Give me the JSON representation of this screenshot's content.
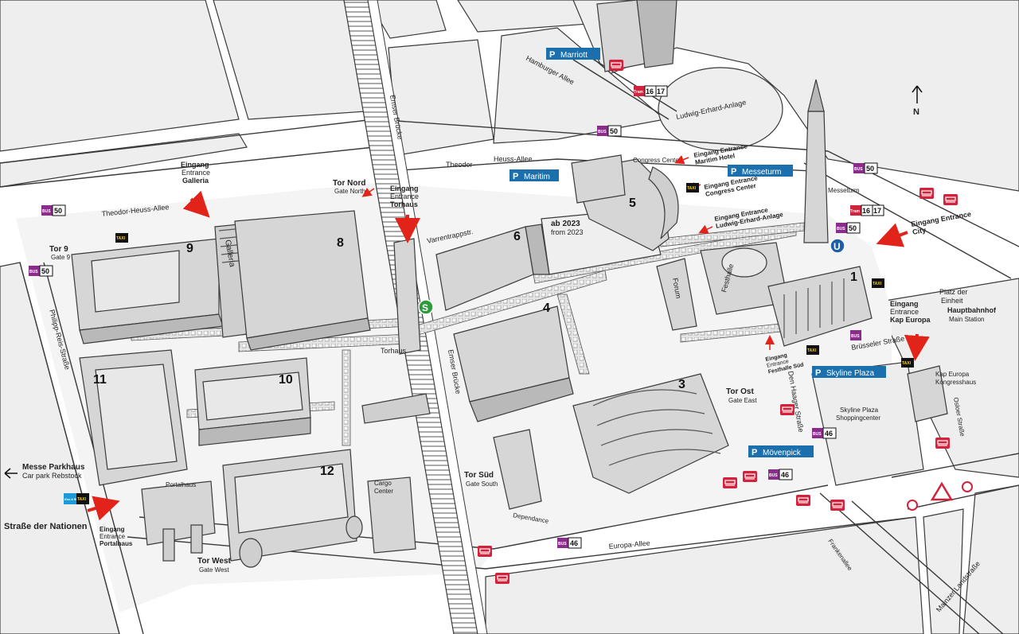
{
  "colors": {
    "road": "#ffffff",
    "block": "#eeeeee",
    "building_top": "#d6d6d6",
    "building_side": "#b9b9b9",
    "outline": "#3a3a3a",
    "parking_blue": "#1c6fad",
    "bus_purple": "#8a2c8c",
    "tram_red": "#d2233c",
    "arrow_red": "#e2231a",
    "taxi_black": "#111111",
    "taxi_yellow": "#ffd200",
    "sbahn_green": "#2e9a3c",
    "ubahn_blue": "#1f5fa8"
  },
  "icons": {
    "north": "north-arrow-icon",
    "parking": "parking-p-icon",
    "hotel": "hotel-bed-icon",
    "taxi": "taxi-icon",
    "bus": "bus-icon",
    "tram": "tram-icon",
    "sbahn": "s-bahn-icon",
    "ubahn": "u-bahn-icon",
    "kiss_ride": "kiss-and-ride-icon",
    "construction": "roadworks-warning-icon"
  },
  "north": {
    "label": "N"
  },
  "halls": [
    {
      "id": "hall-1",
      "label": "1"
    },
    {
      "id": "hall-3",
      "label": "3"
    },
    {
      "id": "hall-4",
      "label": "4"
    },
    {
      "id": "hall-5",
      "label": "5"
    },
    {
      "id": "hall-6",
      "label": "6"
    },
    {
      "id": "hall-8",
      "label": "8"
    },
    {
      "id": "hall-9",
      "label": "9"
    },
    {
      "id": "hall-10",
      "label": "10"
    },
    {
      "id": "hall-11",
      "label": "11"
    },
    {
      "id": "hall-12",
      "label": "12"
    }
  ],
  "hall6_note": {
    "de": "ab 2023",
    "en": "from 2023"
  },
  "buildings": {
    "galleria": "Galleria",
    "festhalle": "Festhalle",
    "forum": "Forum",
    "torhaus": "Torhaus",
    "messeturm": "Messeturm",
    "portalhaus": "Portalhaus",
    "dependance": "Dependance",
    "cargo_center": "Cargo\nCenter",
    "kap_europa": "Kap Europa\nKongresshaus",
    "skyline": "Skyline Plaza\nShoppingcenter",
    "congress_center": "Congress Center"
  },
  "streets": {
    "hamburger_allee": "Hamburger Allee",
    "ludwig_erhard": "Ludwig-Erhard-Anlage",
    "theodor_heuss_w": "Theodor-Heuss-Allee",
    "theodor_n1": "Theodor-",
    "theodor_n2": "Heuss-Allee",
    "varrentrapp": "Varrentrappstr.",
    "emser_bruecke_n": "Emser Brücke",
    "emser_bruecke_s": "Emser Brücke",
    "philipp_reis": "Philipp-Reis-Straße",
    "strasse_nationen": "Straße der Nationen",
    "europa_allee": "Europa-Allee",
    "brusseler": "Brüsseler Straße",
    "den_haager": "Den Haager Straße",
    "osloer": "Osloer Straße",
    "frankenallee": "Frankenallee",
    "mainzer": "Mainzer Landstraße",
    "platz_einheit": "Platz der\nEinheit",
    "hauptbahnhof": "Hauptbahnhof",
    "main_station": "Main Station"
  },
  "gates": {
    "tor_nord": {
      "de": "Tor Nord",
      "en": "Gate North"
    },
    "tor_9": {
      "de": "Tor 9",
      "en": "Gate 9"
    },
    "tor_ost": {
      "de": "Tor Ost",
      "en": "Gate East"
    },
    "tor_sued": {
      "de": "Tor Süd",
      "en": "Gate South"
    },
    "tor_west": {
      "de": "Tor West",
      "en": "Gate West"
    }
  },
  "entrances": {
    "galleria": {
      "l1": "Eingang",
      "l2": "Entrance",
      "l3": "Galleria"
    },
    "torhaus": {
      "l1": "Eingang",
      "l2": "Entrance",
      "l3": "Torhaus"
    },
    "maritim": {
      "l1": "Eingang Entrance",
      "l2": "Maritim Hotel"
    },
    "congress": {
      "l1": "Eingang Entrance",
      "l2": "Congress Center"
    },
    "ludwig": {
      "l1": "Eingang Entrance",
      "l2": "Ludwig-Erhard-Anlage"
    },
    "city": {
      "l1": "Eingang Entrance",
      "l2": "City"
    },
    "kap_europa": {
      "l1": "Eingang",
      "l2": "Entrance",
      "l3": "Kap Europa"
    },
    "festhalle": {
      "l1": "Eingang",
      "l2": "Entrance",
      "l3": "Festhalle Süd"
    },
    "portalhaus": {
      "l1": "Eingang",
      "l2": "Entrance",
      "l3": "Portalhaus"
    }
  },
  "car_park": {
    "l1": "Messe Parkhaus",
    "l2": "Car park Rebstock"
  },
  "parkings": [
    {
      "id": "marriott",
      "label": "Marriott"
    },
    {
      "id": "maritim",
      "label": "Maritim"
    },
    {
      "id": "messeturm",
      "label": "Messeturm"
    },
    {
      "id": "skyline",
      "label": "Skyline Plaza"
    },
    {
      "id": "moevenpick",
      "label": "Mövenpick"
    }
  ],
  "transit": {
    "bus_word": "BUS",
    "bus_50": "50",
    "bus_46": "46",
    "tram_word": "Tram",
    "tram_16": "16",
    "tram_17": "17",
    "taxi_word": "TAXI",
    "kiss_ride": "Kiss & Ride",
    "s_bahn": "S",
    "u_bahn": "U"
  }
}
